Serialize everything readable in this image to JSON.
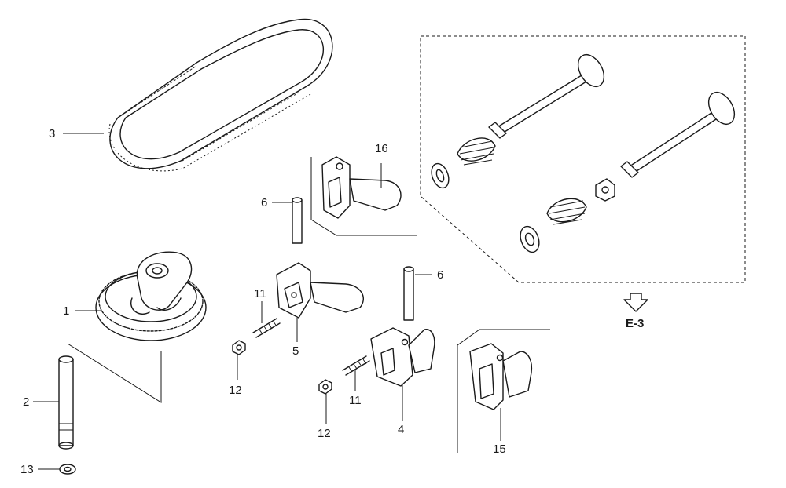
{
  "callouts": {
    "c1": "1",
    "c2": "2",
    "c3": "3",
    "c4": "4",
    "c5": "5",
    "c6a": "6",
    "c6b": "6",
    "c11a": "11",
    "c11b": "11",
    "c12a": "12",
    "c12b": "12",
    "c13": "13",
    "c15": "15",
    "c16": "16"
  },
  "reference": {
    "label": "E-3"
  }
}
